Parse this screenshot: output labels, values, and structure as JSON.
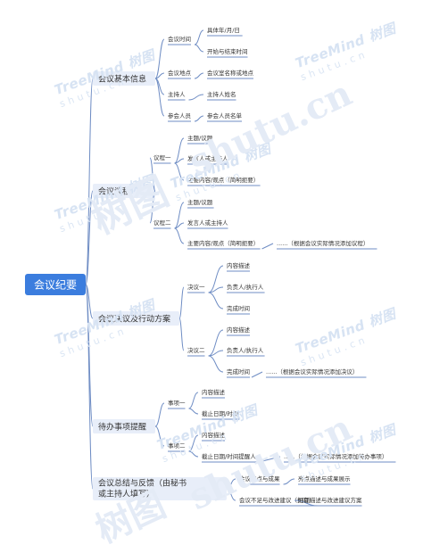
{
  "root": {
    "label": "会议纪要"
  },
  "colors": {
    "line": "#6f8dc4",
    "root_bg": "#3b7dde",
    "branch_bg": "#e8eef9",
    "watermark": "#d7e3f3"
  },
  "watermark": {
    "brand": "TreeMind 树图",
    "site": "shutu.cn",
    "big_char": "树图",
    "big_site": "shutu.cn"
  },
  "branches": [
    {
      "label": "会议基本信息",
      "children": [
        {
          "label": "会议时间",
          "children": [
            {
              "label": "具体年/月/日"
            },
            {
              "label": "开始与结束时间"
            }
          ]
        },
        {
          "label": "会议地点",
          "children": [
            {
              "label": "会议室名称或地点"
            }
          ]
        },
        {
          "label": "主持人",
          "children": [
            {
              "label": "主持人姓名"
            }
          ]
        },
        {
          "label": "参会人员",
          "children": [
            {
              "label": "参会人员名单"
            }
          ]
        }
      ]
    },
    {
      "label": "会议议程",
      "children": [
        {
          "label": "议程一",
          "children": [
            {
              "label": "主题/议题"
            },
            {
              "label": "发言人或主持人"
            },
            {
              "label": "主要内容/观点（简明扼要）"
            }
          ]
        },
        {
          "label": "议程二",
          "children": [
            {
              "label": "主题/议题"
            },
            {
              "label": "发言人或主持人"
            },
            {
              "label": "主要内容/观点（简明扼要）",
              "children": [
                {
                  "label": "......（根据会议实际情况添加议程）"
                }
              ]
            }
          ]
        }
      ]
    },
    {
      "label": "会议决议及行动方案",
      "children": [
        {
          "label": "决议一",
          "children": [
            {
              "label": "内容描述"
            },
            {
              "label": "负责人/执行人"
            },
            {
              "label": "完成时间"
            }
          ]
        },
        {
          "label": "决议二",
          "children": [
            {
              "label": "内容描述"
            },
            {
              "label": "负责人/执行人"
            },
            {
              "label": "完成时间",
              "children": [
                {
                  "label": "......（根据会议实际情况添加决议）"
                }
              ]
            }
          ]
        }
      ]
    },
    {
      "label": "待办事项提醒",
      "children": [
        {
          "label": "事项一",
          "children": [
            {
              "label": "内容描述"
            },
            {
              "label": "截止日期/时间"
            }
          ]
        },
        {
          "label": "事项二",
          "children": [
            {
              "label": "内容描述"
            },
            {
              "label": "截止日期/时间提醒人",
              "children": [
                {
                  "label": "......（根据会议实际情况添加待办事项）"
                }
              ]
            }
          ]
        }
      ]
    },
    {
      "label": "会议总结与反馈（由秘书或主持人填写）",
      "children": [
        {
          "label": "会议亮点与成果",
          "children": [
            {
              "label": "亮点描述与成果展示"
            }
          ]
        },
        {
          "label": "会议不足与改进建议（如有）",
          "children": [
            {
              "label": "问题描述与改进建议方案"
            }
          ]
        }
      ]
    }
  ]
}
